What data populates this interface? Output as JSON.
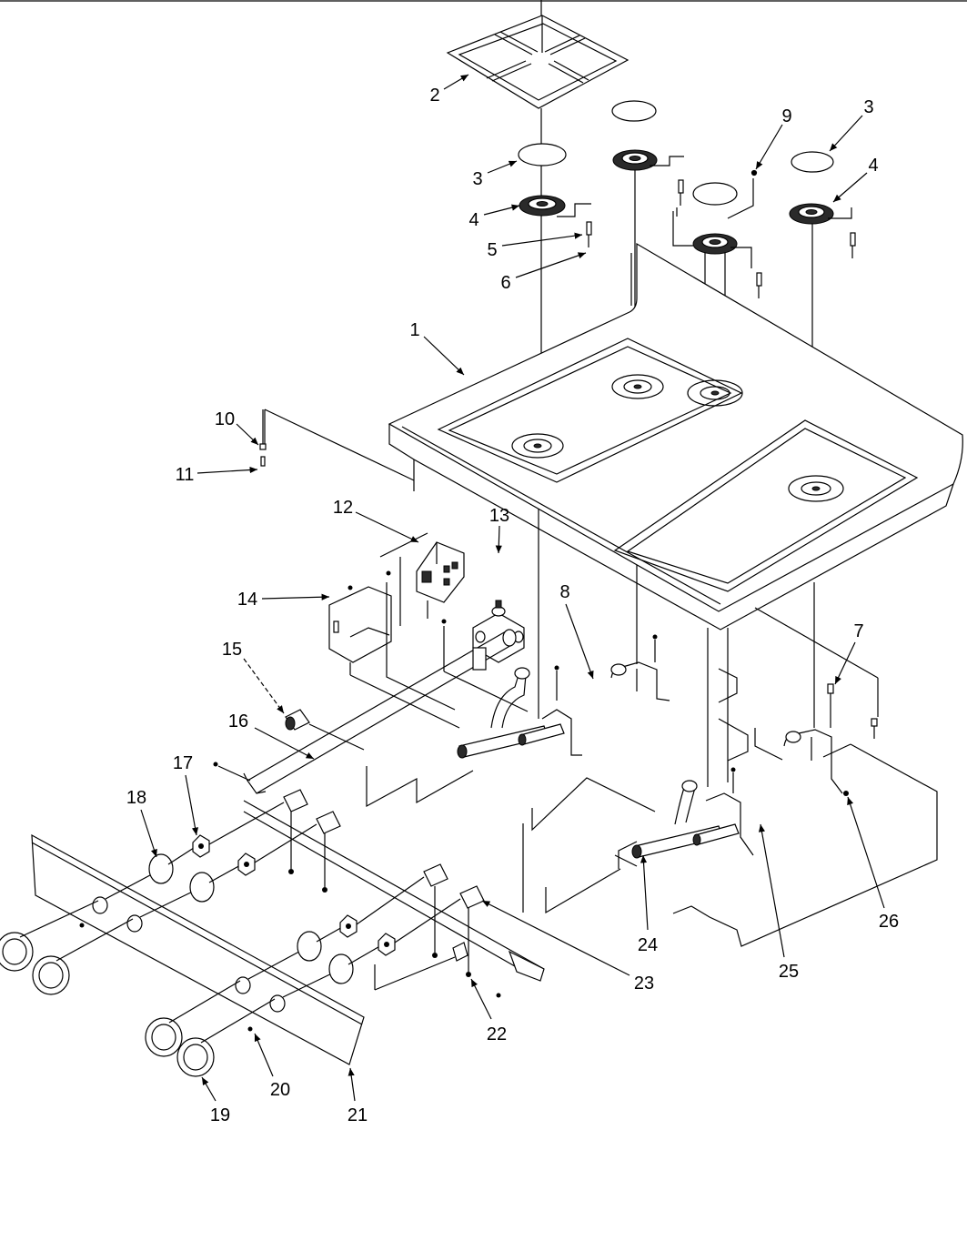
{
  "callouts": [
    "2",
    "3",
    "4",
    "5",
    "6",
    "1",
    "9",
    "3",
    "4",
    "10",
    "11",
    "12",
    "13",
    "8",
    "14",
    "7",
    "15",
    "16",
    "17",
    "18",
    "26",
    "24",
    "25",
    "23",
    "22",
    "20",
    "19",
    "21"
  ]
}
